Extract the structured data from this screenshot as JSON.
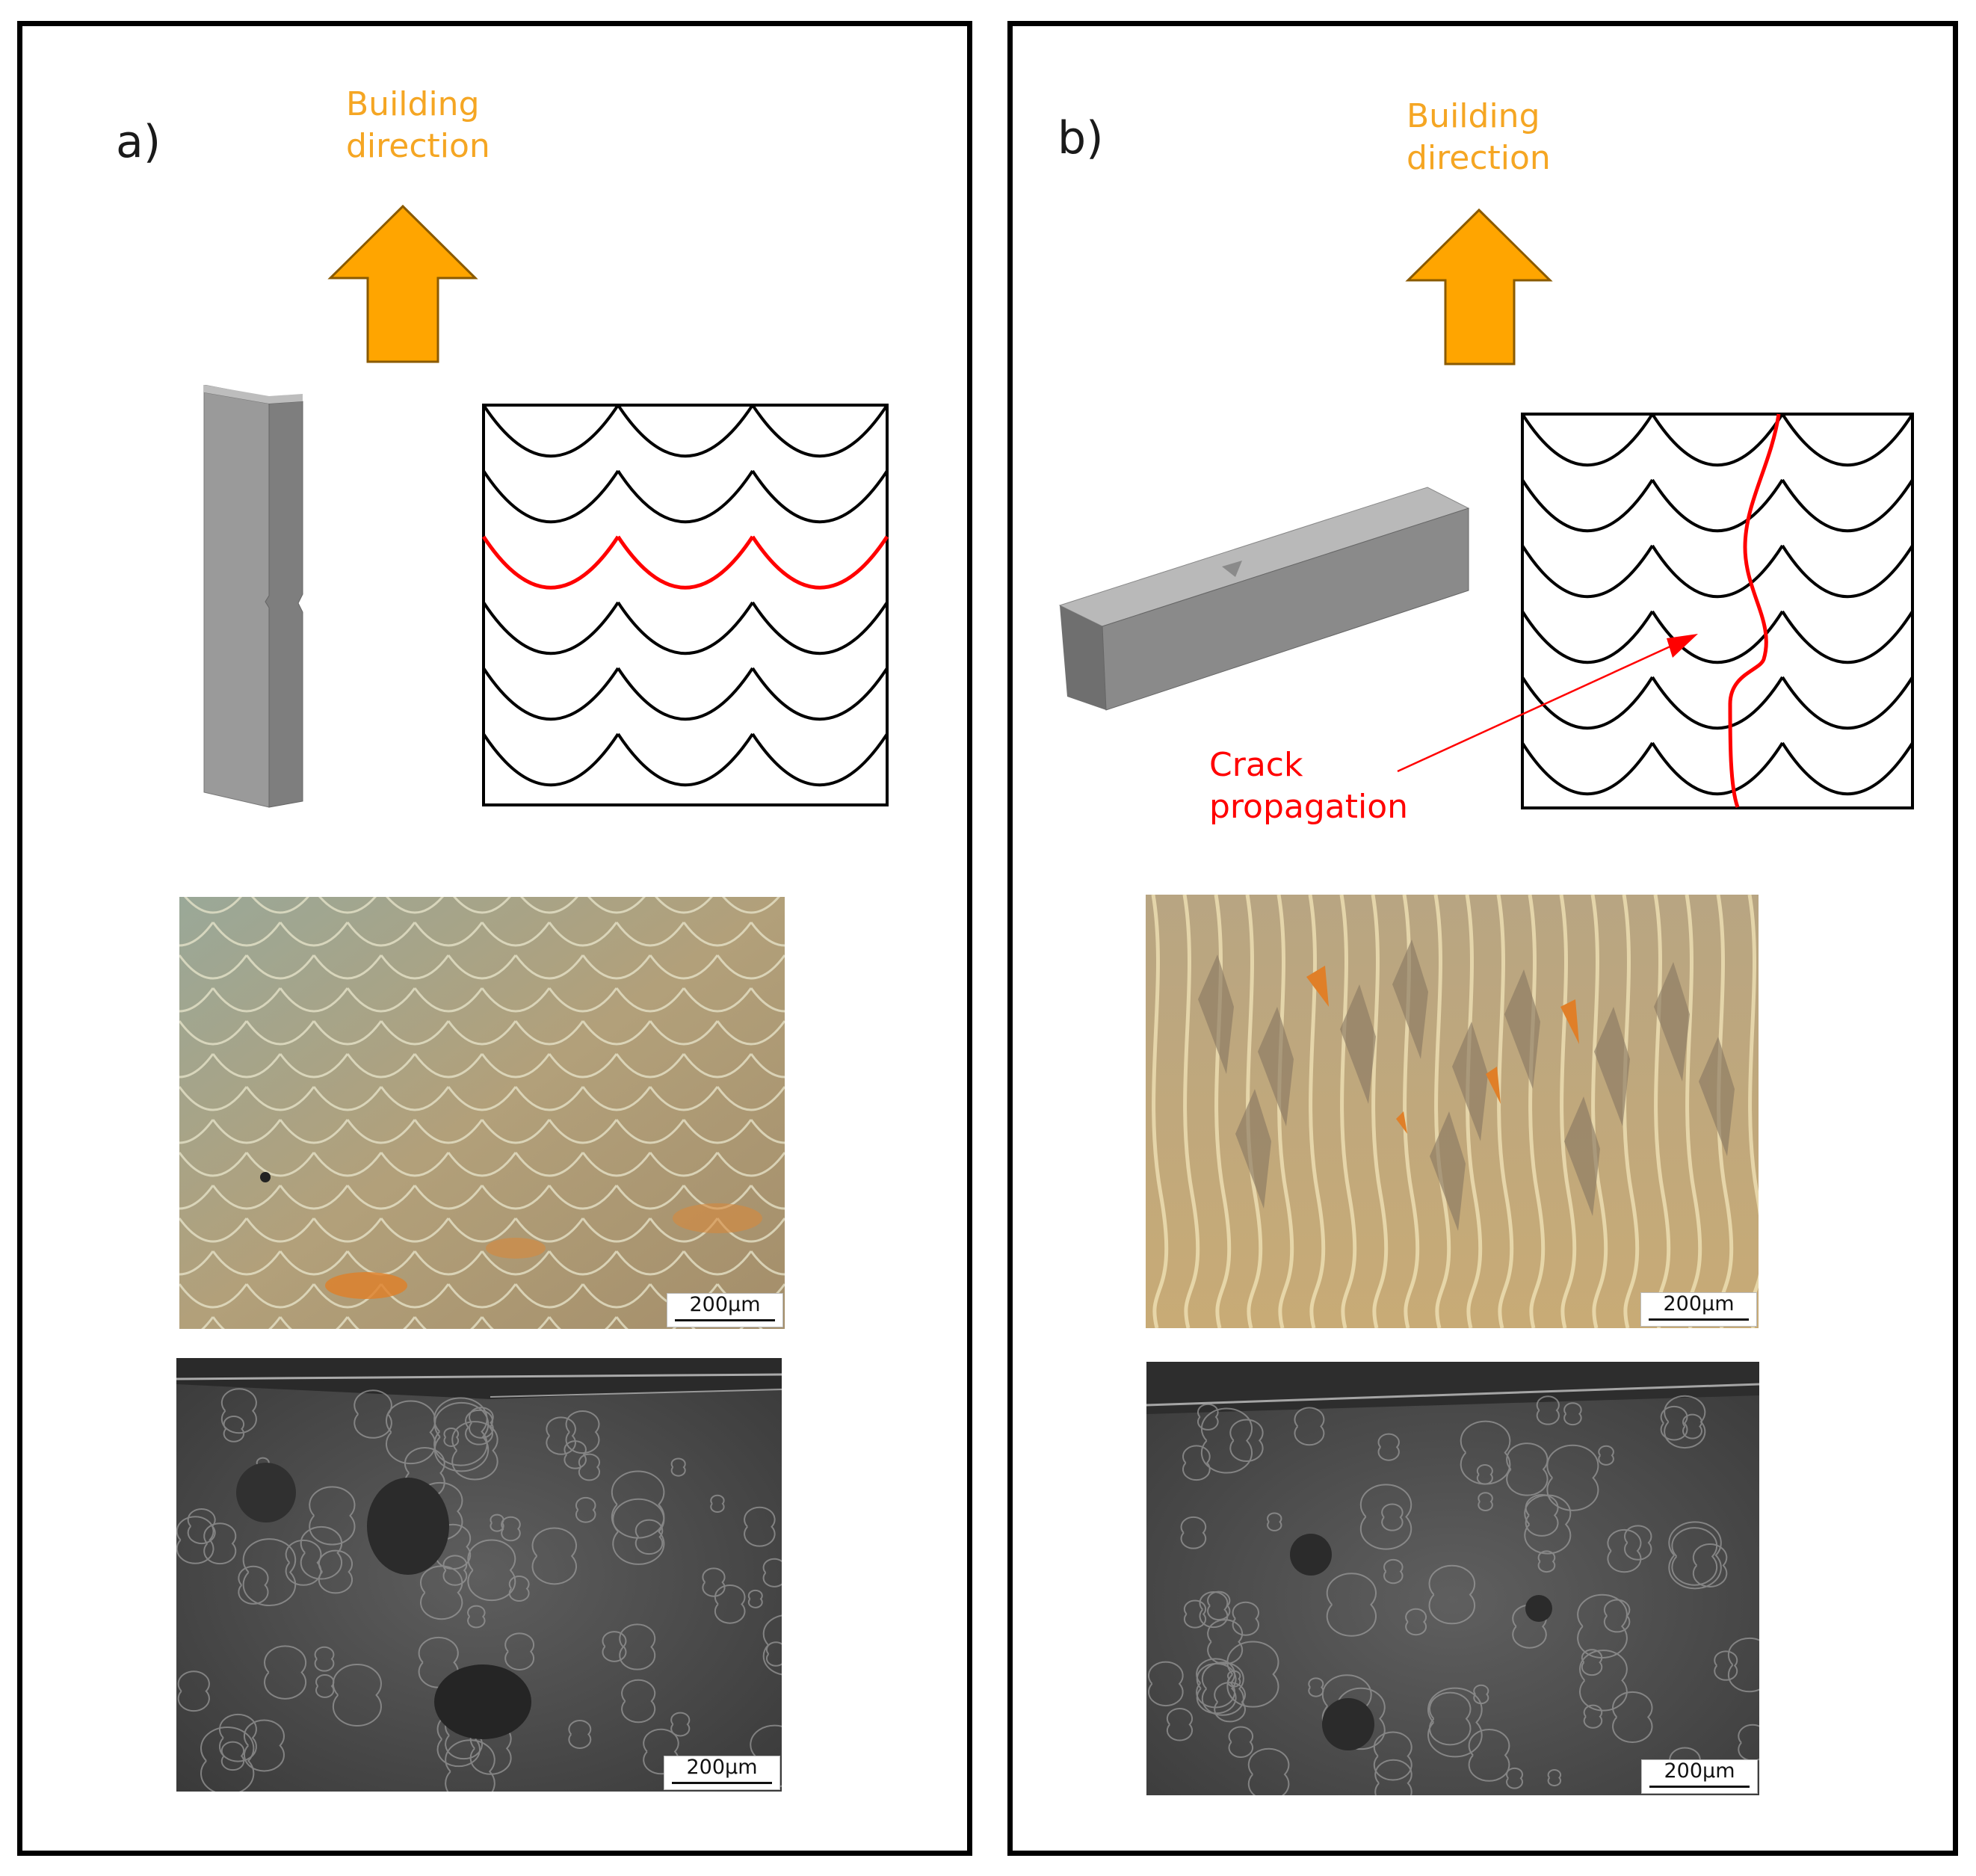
{
  "panel_a": {
    "label": "a)",
    "building_direction": [
      "Building",
      "direction"
    ],
    "optical_scale": "200µm",
    "sem_scale": "200µm"
  },
  "panel_b": {
    "label": "b)",
    "building_direction": [
      "Building",
      "direction"
    ],
    "crack_label": [
      "Crack",
      "propagation"
    ],
    "optical_scale": "200µm",
    "sem_scale": "200µm"
  },
  "colors": {
    "arrow": "#FFA500",
    "building_direction_text": "#F5A623",
    "highlight": "#FF0000",
    "specimen": "#8c8c8c",
    "frame": "#000000"
  },
  "icons": [
    "building-direction-arrow-icon",
    "vertical-specimen-icon",
    "horizontal-specimen-icon"
  ]
}
